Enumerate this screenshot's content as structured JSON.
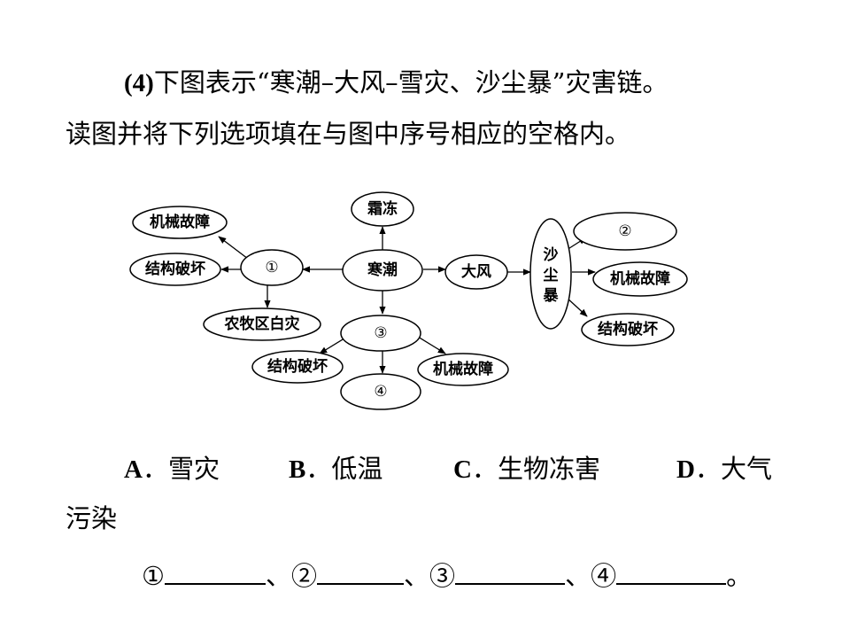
{
  "question": {
    "label": "(4)",
    "title_rest": "下图表示“寒潮–大风–雪灾、沙尘暴”灾害链。",
    "instruction": "读图并将下列选项填在与图中序号相应的空格内。"
  },
  "diagram": {
    "nodes": {
      "cold_wave": "寒潮",
      "frost": "霜冻",
      "strong_wind": "大风",
      "sandstorm_1": "沙",
      "sandstorm_2": "尘",
      "sandstorm_3": "暴",
      "blank1": "①",
      "blank2": "②",
      "blank3": "③",
      "blank4": "④",
      "mech_fail_left": "机械故障",
      "struct_dmg_left": "结构破坏",
      "agri_white_disaster": "农牧区白灾",
      "struct_dmg_bottom": "结构破坏",
      "mech_fail_bottom": "机械故障",
      "mech_fail_right": "机械故障",
      "struct_dmg_right": "结构破坏"
    }
  },
  "options": {
    "A": {
      "key": "A",
      "sep": "．",
      "text": "雪灾"
    },
    "B": {
      "key": "B",
      "sep": "．",
      "text": "低温"
    },
    "C": {
      "key": "C",
      "sep": "．",
      "text": "生物冻害"
    },
    "D": {
      "key": "D",
      "sep": "．",
      "text": "大气"
    },
    "D_wrap": "污染"
  },
  "answer_blanks": {
    "b1": "①",
    "b2": "②",
    "b3": "③",
    "b4": "④",
    "sep": "、",
    "end": "。"
  }
}
